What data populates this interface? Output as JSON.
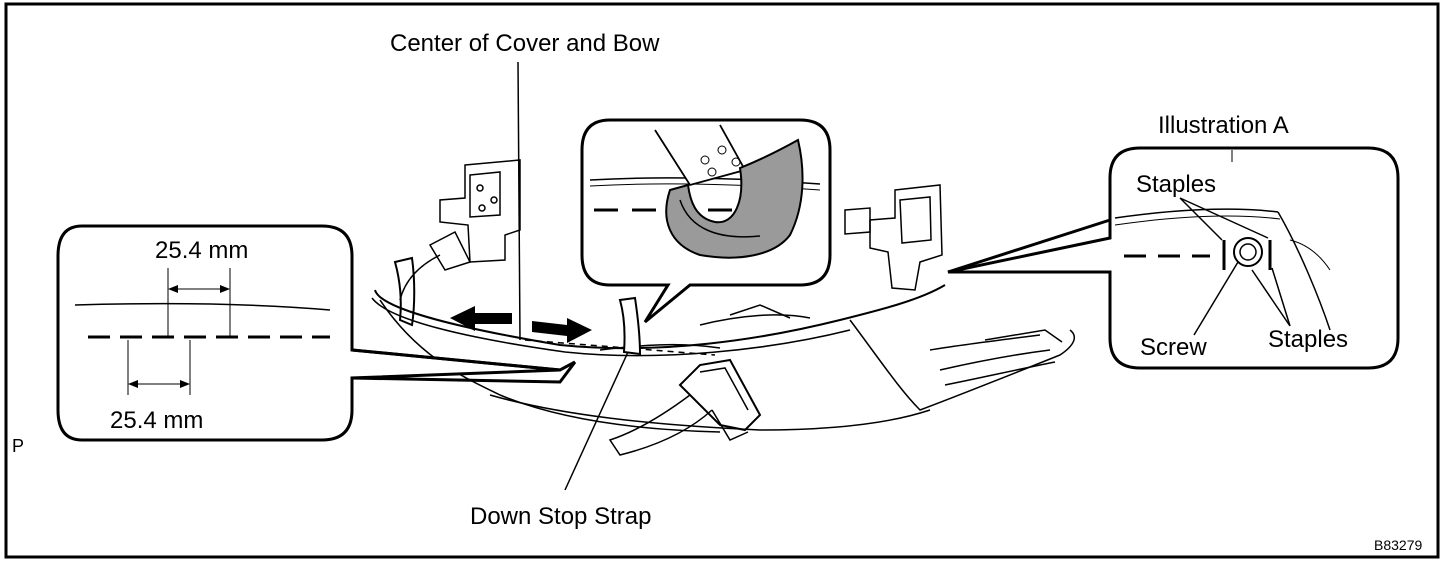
{
  "labels": {
    "center_cover_bow": "Center of Cover and Bow",
    "illustration_a": "Illustration A",
    "staples_top": "Staples",
    "staples_bottom": "Staples",
    "screw": "Screw",
    "dim_top": "25.4 mm",
    "dim_bottom": "25.4 mm",
    "down_stop_strap": "Down Stop Strap",
    "corner_letter": "P",
    "figure_code": "B83279"
  },
  "colors": {
    "line": "#000000",
    "background": "#ffffff",
    "fabric_fill": "#9a9a9a"
  }
}
